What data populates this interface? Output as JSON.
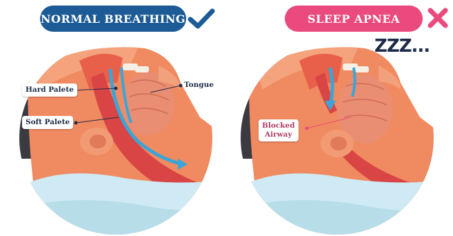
{
  "panels": {
    "normal": {
      "title": "NORMAL BREATHING",
      "status_icon": "check-icon",
      "status_color": "#1d5b96",
      "labels": {
        "hard_palate": "Hard Palete",
        "soft_palate": "Soft Palete",
        "tongue": "Tongue"
      }
    },
    "apnea": {
      "title": "SLEEP APNEA",
      "status_icon": "cross-icon",
      "status_color": "#ea4a7d",
      "snore": "ZZZ...",
      "labels": {
        "blocked_airway": "Blocked\nAirway"
      }
    }
  },
  "colors": {
    "navy": "#1d2b49",
    "blue": "#1d5b96",
    "pink": "#ea4a7d",
    "skin": "#f08a60",
    "airway": "#d94545",
    "airflow": "#3aa5d8",
    "pillow": "#cfeaf4"
  }
}
